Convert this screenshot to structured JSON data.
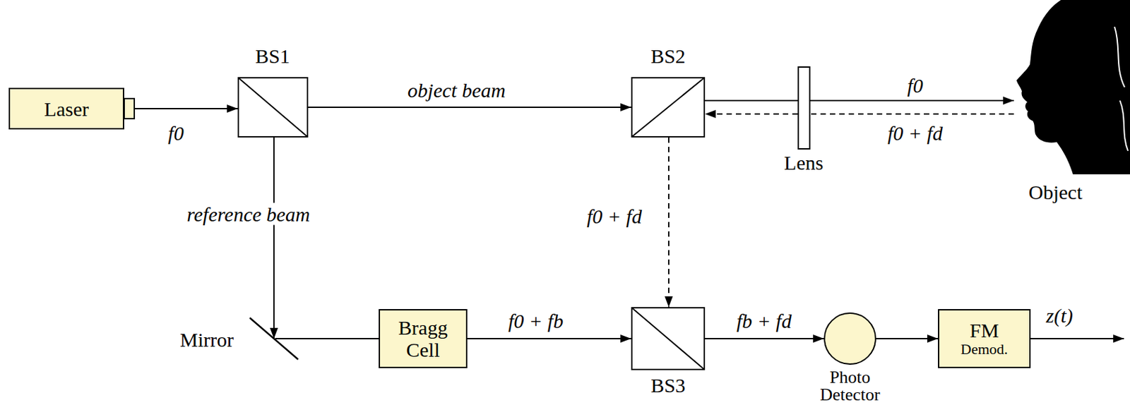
{
  "diagram": {
    "nodes": [
      {
        "text": [
          "Laser"
        ]
      },
      {
        "text": [
          "BS1"
        ]
      },
      {
        "text": [
          "BS2"
        ]
      },
      {
        "text": [
          "Object"
        ]
      },
      {
        "text": [
          "Mirror"
        ]
      },
      {
        "text": [
          "Bragg Cell"
        ]
      },
      {
        "text": [
          "BS3"
        ]
      },
      {
        "text": [
          "Photo Detector"
        ]
      },
      {
        "text": [
          "FM",
          "Demod."
        ]
      }
    ],
    "edges": [
      {
        "from": 0,
        "to": 1,
        "arrow": "to",
        "label": "f0"
      },
      {
        "from": 1,
        "to": 2,
        "arrow": "to",
        "label": "object beam"
      },
      {
        "from": 2,
        "to": 3,
        "arrow": "to",
        "label": "f0"
      },
      {
        "from": 3,
        "to": 2,
        "arrow": "to",
        "label": "f0 + fd"
      },
      {
        "from": 1,
        "to": 4,
        "arrow": "to",
        "label": "reference beam"
      },
      {
        "from": 4,
        "to": 5,
        "arrow": "none"
      },
      {
        "from": 5,
        "to": 6,
        "arrow": "to",
        "label": "f0 + fb"
      },
      {
        "from": 2,
        "to": 6,
        "arrow": "to",
        "label": "f0 + fd"
      },
      {
        "from": 6,
        "to": 7,
        "arrow": "to",
        "label": "fb + fd"
      },
      {
        "from": 7,
        "to": 8,
        "arrow": "to"
      }
    ],
    "labels": [
      "Lens",
      "z(t)"
    ]
  }
}
